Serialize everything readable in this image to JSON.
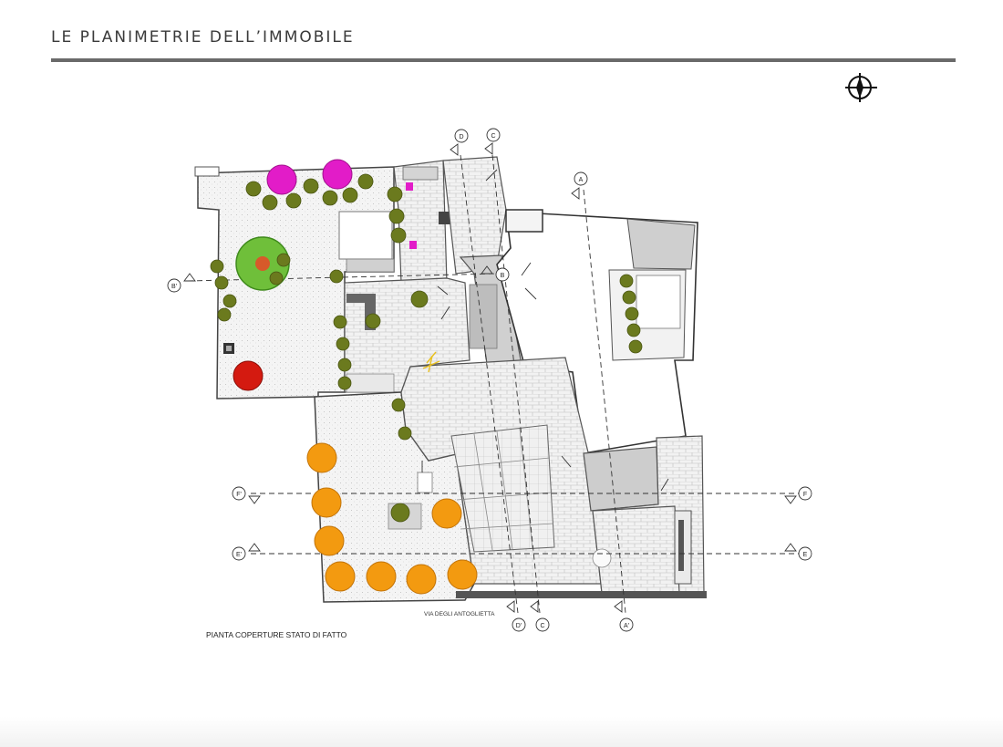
{
  "header": {
    "title": "LE PLANIMETRIE DELL’IMMOBILE"
  },
  "plan": {
    "caption": "PIANTA COPERTURE STATO DI FATTO",
    "street_label": "VIA DEGLI ANTOGLIETTA",
    "section_markers": {
      "a_top": "A",
      "a_bottom": "A'",
      "b_left": "B'",
      "b_right": "B",
      "c_top": "C",
      "c_bottom": "C",
      "d_top": "D",
      "d_bottom": "D'",
      "e_left": "E'",
      "e_right": "E",
      "f_left": "F'",
      "f_right": "F"
    }
  },
  "icons": {
    "compass": "compass-rose-icon"
  },
  "colors": {
    "heading_rule": "#6a6a6a",
    "magenta_tree": "#e21cc8",
    "red_tree": "#d41a10",
    "orange_tree": "#f39a10",
    "green_tree": "#6fbf3a",
    "olive_shrub": "#6b7a1e",
    "wall_gray": "#555555",
    "roof_gray": "#cfcfcf"
  }
}
